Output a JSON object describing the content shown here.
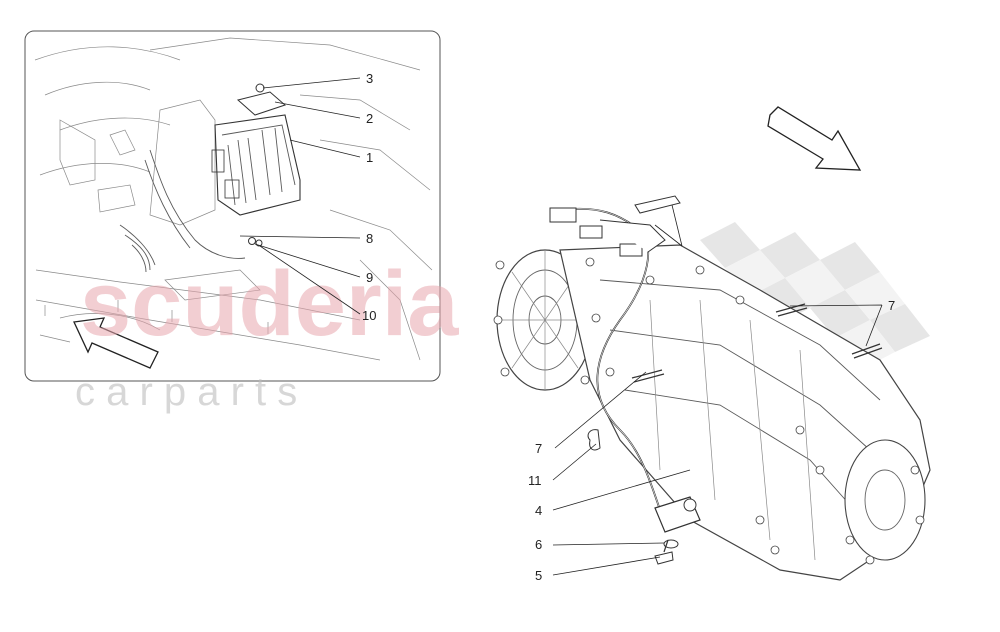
{
  "watermark": {
    "brand": "scuderia",
    "sub": "c a r   p a r t s"
  },
  "callouts": {
    "c1": "1",
    "c2": "2",
    "c3": "3",
    "c4": "4",
    "c5": "5",
    "c6": "6",
    "c7a": "7",
    "c7b": "7",
    "c8": "8",
    "c9": "9",
    "c10": "10",
    "c11": "11"
  },
  "colors": {
    "watermark_red": "#e8a6ad",
    "checker_grey": "#c8c8c8",
    "line": "#5a5a5a"
  }
}
